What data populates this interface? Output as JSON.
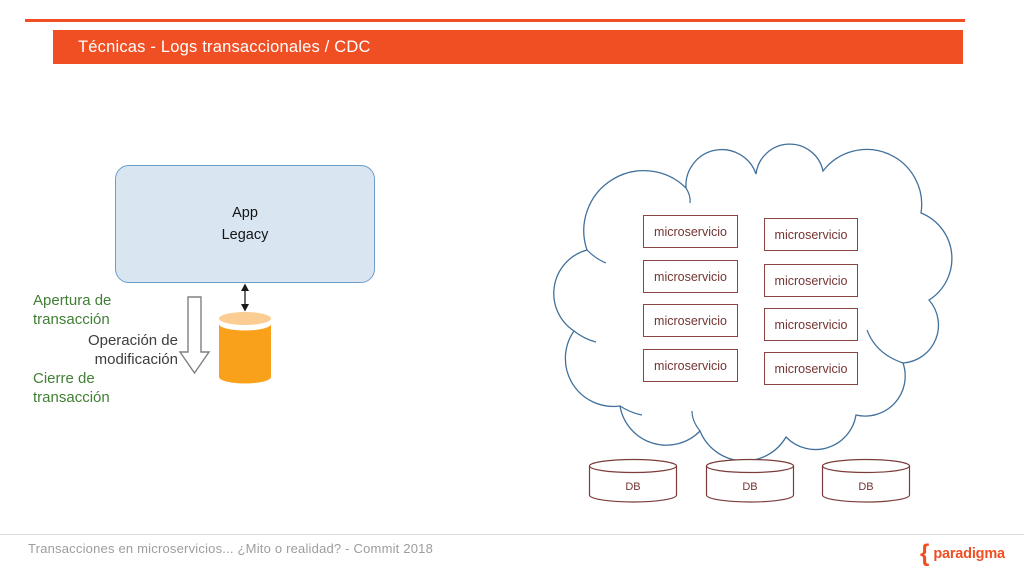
{
  "header": {
    "title": "Técnicas - Logs transaccionales / CDC"
  },
  "left_diagram": {
    "app_box": {
      "line1": "App",
      "line2": "Legacy"
    },
    "label_apertura": "Apertura de transacción",
    "label_operacion": "Operación de modificación",
    "label_cierre": "Cierre de transacción",
    "icons": {
      "connection": "double-headed-arrow",
      "flow": "down-outline-arrow",
      "storage": "orange-database-cylinder"
    }
  },
  "cloud_diagram": {
    "icon": "cloud-outline",
    "microservices": [
      "microservicio",
      "microservicio",
      "microservicio",
      "microservicio",
      "microservicio",
      "microservicio",
      "microservicio",
      "microservicio"
    ],
    "databases": [
      "DB",
      "DB",
      "DB"
    ],
    "database_icon": "database-cylinder"
  },
  "footer": {
    "caption": "Transacciones en microservicios... ¿Mito o realidad? - Commit 2018",
    "logo_brace": "{",
    "logo_text": "paradigma"
  },
  "colors": {
    "accent_orange": "#F04E23",
    "cloud_outline_blue": "#41719C",
    "diagram_maroon": "#7B3C3A",
    "transaction_green": "#417F35",
    "app_box_fill": "#D9E6F2",
    "app_box_border": "#6D9DCB",
    "cylinder_orange": "#F9A11B",
    "cylinder_top_orange": "#FBCD92",
    "footer_gray": "#9D9D9D"
  }
}
